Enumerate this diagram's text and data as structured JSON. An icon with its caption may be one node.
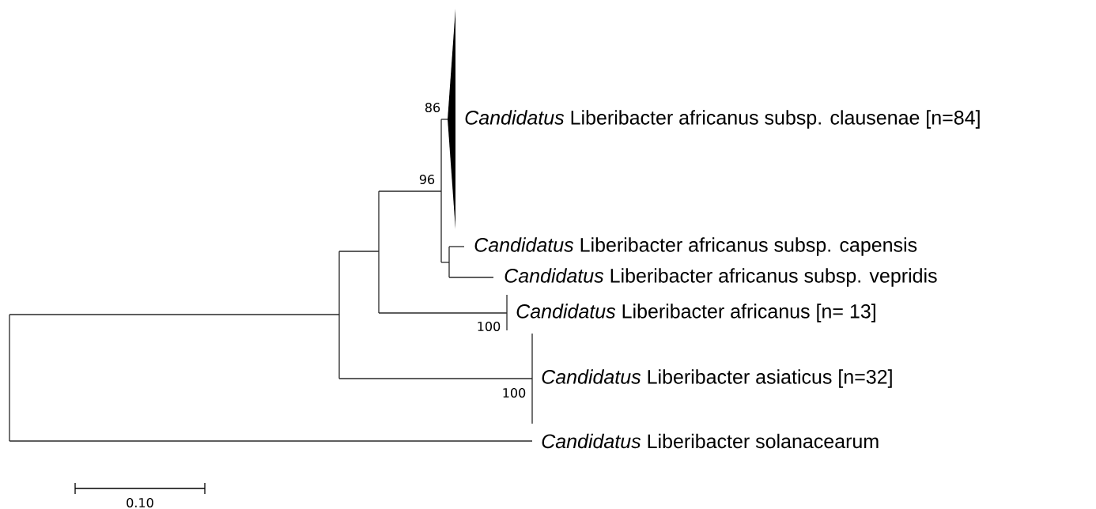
{
  "diagram": {
    "nodes": [
      {
        "text": [
          "*Candidatus* Liberibacter africanus subsp. clausenae [n=84]"
        ]
      },
      {
        "text": [
          "*Candidatus* Liberibacter africanus subsp. capensis"
        ]
      },
      {
        "text": [
          "*Candidatus* Liberibacter africanus subsp. vepridis"
        ]
      },
      {
        "text": [
          "*Candidatus* Liberibacter africanus [n= 13]"
        ]
      },
      {
        "text": [
          "*Candidatus* Liberibacter asiaticus [n=32]"
        ]
      },
      {
        "text": [
          "*Candidatus* Liberibacter solanacearum"
        ]
      }
    ],
    "labels": [
      "86",
      "96",
      "100",
      "100",
      "0.10"
    ]
  }
}
